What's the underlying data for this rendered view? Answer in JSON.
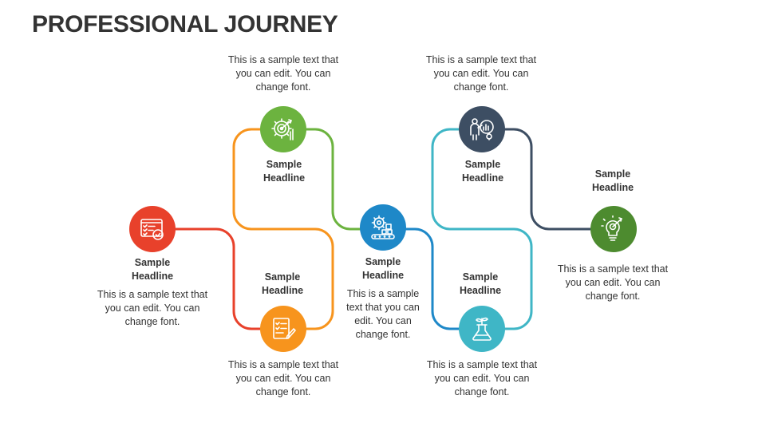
{
  "title": "PROFESSIONAL JOURNEY",
  "colors": {
    "red": "#e8412b",
    "orange": "#f7941d",
    "green": "#6cb33f",
    "blue": "#1e88c8",
    "teal": "#3fb6c6",
    "slate": "#3d4e63",
    "olive": "#4d8b2f"
  },
  "steps": [
    {
      "headline_1": "Sample",
      "headline_2": "Headline",
      "text": "This is a sample text that you can edit. You can change font.",
      "icon": "checklist-browser-icon",
      "color": "#e8412b"
    },
    {
      "headline_1": "Sample",
      "headline_2": "Headline",
      "text": "This is a sample text that you can edit. You can change font.",
      "icon": "gear-target-icon",
      "color": "#6cb33f"
    },
    {
      "headline_1": "Sample",
      "headline_2": "Headline",
      "text": "This is a sample text that you can edit. You can change font.",
      "icon": "document-pencil-icon",
      "color": "#f7941d"
    },
    {
      "headline_1": "Sample",
      "headline_2": "Headline",
      "text": "This is a sample text that you can edit. You can change font.",
      "icon": "gear-conveyor-icon",
      "color": "#1e88c8"
    },
    {
      "headline_1": "Sample",
      "headline_2": "Headline",
      "text": "This is a sample text that you can edit. You can change font.",
      "icon": "presenter-chart-icon",
      "color": "#3d4e63"
    },
    {
      "headline_1": "Sample",
      "headline_2": "Headline",
      "text": "This is a sample text that you can edit. You can change font.",
      "icon": "sprout-flask-icon",
      "color": "#3fb6c6"
    },
    {
      "headline_1": "Sample",
      "headline_2": "Headline",
      "text": "This is a sample text that you can edit. You can change font.",
      "icon": "lightbulb-target-icon",
      "color": "#4d8b2f"
    }
  ]
}
